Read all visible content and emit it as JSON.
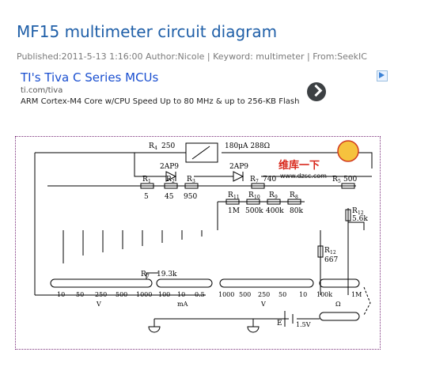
{
  "article": {
    "title": "MF15 multimeter circuit diagram",
    "meta": "Published:2011-5-13 1:16:00 Author:Nicole | Keyword: multimeter | From:SeekIC"
  },
  "ad": {
    "title": "TI's Tiva C Series MCUs",
    "url": "ti.com/tiva",
    "description": "ARM Cortex-M4 Core w/CPU Speed Up to 80 MHz & up to 256-KB Flash",
    "icons": {
      "next": "chevron-right-icon",
      "adchoices": "adchoices-icon"
    }
  },
  "diagram": {
    "top_labels": {
      "r4": "R",
      "r4_sub": "4",
      "r4_val": "250",
      "meter": "180μA 288Ω"
    },
    "diodes": {
      "d1": "2AP9",
      "d2": "2AP9"
    },
    "resistors": {
      "r1": "R",
      "r1_sub": "1",
      "r1_val": "5",
      "r2": "R",
      "r2_sub": "2",
      "r2_val": "45",
      "r3": "R",
      "r3_sub": "3",
      "r3_val": "950",
      "r7": "R",
      "r7_sub": "7",
      "r7_val": "740",
      "r5": "R",
      "r5_sub": "5",
      "r5_val": "500",
      "r11": "R",
      "r11_sub": "11",
      "r11_val": "1M",
      "r10": "R",
      "r10_sub": "10",
      "r10_val": "500k",
      "r9": "R",
      "r9_sub": "9",
      "r9_val": "400k",
      "r8": "R",
      "r8_sub": "8",
      "r8_val": "80k",
      "r12": "R",
      "r12_sub": "12",
      "r12_val": "5.6k",
      "r13": "R",
      "r13_sub": "12",
      "r13_val": "667",
      "r6": "R",
      "r6_sub": "7",
      "r6_val": "19.3k"
    },
    "scales": {
      "acv": [
        "10",
        "50",
        "250",
        "500",
        "1000"
      ],
      "acv_unit": "V",
      "ma": [
        "100",
        "10",
        "0.5"
      ],
      "ma_unit": "mA",
      "dcv": [
        "1000",
        "500",
        "250",
        "50",
        "10"
      ],
      "dcv_unit": "V",
      "ohm": [
        "100k",
        "1M"
      ],
      "ohm_unit": "Ω"
    },
    "battery": {
      "label": "E",
      "value": "1.5V"
    },
    "watermark": {
      "brand": "维库一下",
      "url": "www.dzsc.com"
    }
  }
}
